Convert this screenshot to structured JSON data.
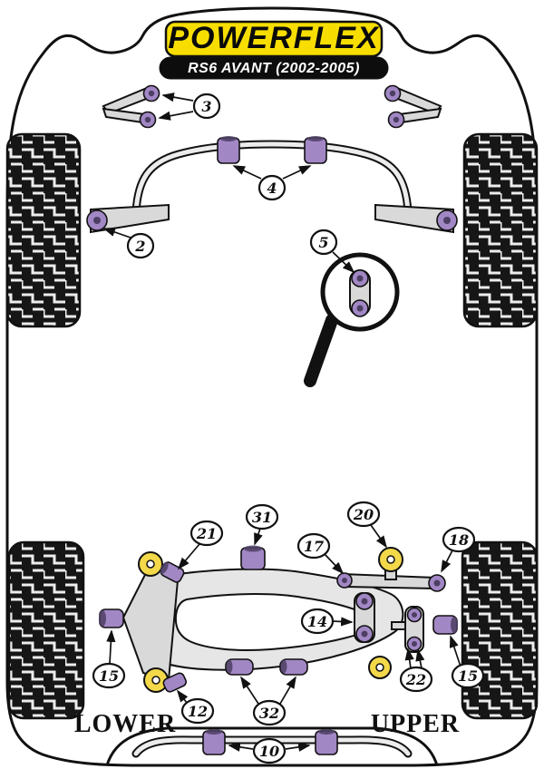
{
  "header": {
    "brand": "POWERFLEX",
    "model_badge": "RS6 AVANT (2002-2005)"
  },
  "labels": {
    "lower": "LOWER",
    "upper": "UPPER"
  },
  "callouts": {
    "c2": "2",
    "c3": "3",
    "c4": "4",
    "c5": "5",
    "c10": "10",
    "c12": "12",
    "c14": "14",
    "c15l": "15",
    "c15r": "15",
    "c17": "17",
    "c18": "18",
    "c20": "20",
    "c21": "21",
    "c22": "22",
    "c31": "31",
    "c32": "32"
  },
  "colors": {
    "bushing_purple": "#a287c5",
    "bushing_purple_dark": "#4d3f63",
    "bushing_yellow": "#f3d94a",
    "logo_yellow": "#f7de00",
    "badge_bg": "#0d0d0d",
    "metal_gray": "#d9d9d9",
    "outline_black": "#111111"
  }
}
